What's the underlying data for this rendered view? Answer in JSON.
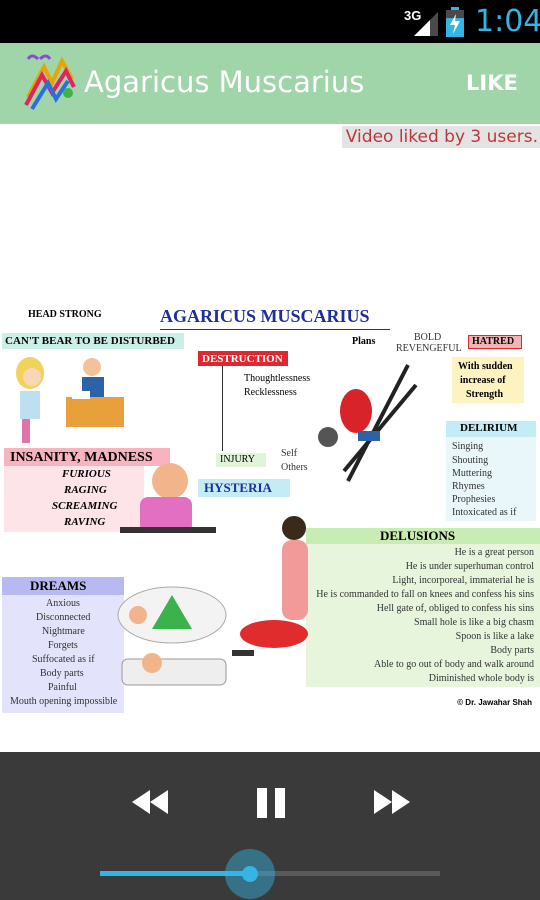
{
  "status_bar": {
    "network": "3G",
    "time": "1:04",
    "battery_level": 0.7
  },
  "app_bar": {
    "title": "Agaricus Muscarius",
    "like_label": "LIKE"
  },
  "liked_text": "Video liked by 3 users.",
  "poster": {
    "title": "AGARICUS MUSCARIUS",
    "head_strong": "HEAD STRONG",
    "cant_bear": "CAN'T BEAR TO BE DISTURBED",
    "destruction": "DESTRUCTION",
    "destruction_items": [
      "Thoughtlessness",
      "Recklessness"
    ],
    "plans": "Plans",
    "bold": "BOLD",
    "revengeful": "REVENGEFUL",
    "hatred": "HATRED",
    "sudden_strength": [
      "With sudden",
      "increase of",
      "Strength"
    ],
    "delirium": "DELIRIUM",
    "delirium_items": [
      "Singing",
      "Shouting",
      "Muttering",
      "Rhymes",
      "Prophesies",
      "Intoxicated as if"
    ],
    "insanity": "INSANITY, MADNESS",
    "insanity_items": [
      "FURIOUS",
      "RAGING",
      "SCREAMING",
      "RAVING"
    ],
    "injury": "INJURY",
    "self": "Self",
    "others": "Others",
    "hysteria": "HYSTERIA",
    "delusions": "DELUSIONS",
    "delusion_items": [
      "He is a great person",
      "He is under superhuman control",
      "Light, incorporeal, immaterial he is",
      "He is commanded to fall on knees and confess his sins",
      "Hell gate of, obliged to confess his sins",
      "Small hole is like a big chasm",
      "Spoon is like a lake",
      "Body parts",
      "Able to go out of body and walk around",
      "Diminished whole body is"
    ],
    "dreams": "DREAMS",
    "dream_items": [
      "Anxious",
      "Disconnected",
      "Nightmare",
      "Forgets",
      "Suffocated as if",
      "Body parts",
      "Painful",
      "Mouth opening impossible"
    ],
    "credit": "© Dr. Jawahar Shah"
  },
  "player": {
    "progress": 0.44
  }
}
